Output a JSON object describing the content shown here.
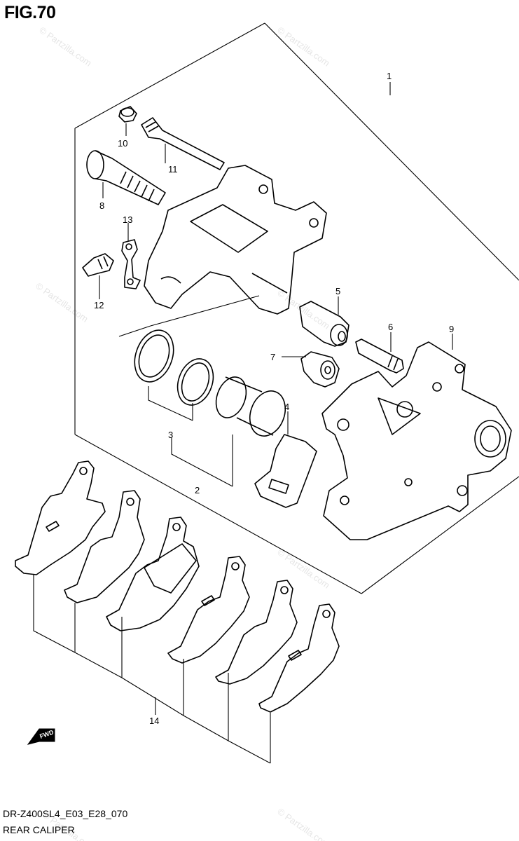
{
  "figure": {
    "title": "FIG.70"
  },
  "footer": {
    "code": "DR-Z400SL4_E03_E28_070",
    "name": "REAR CALIPER"
  },
  "watermark": {
    "text": "© Partzilla.com"
  },
  "fwd_arrow": {
    "label": "FWD"
  },
  "callouts": {
    "c1": "1",
    "c2": "2",
    "c3": "3",
    "c4": "4",
    "c5": "5",
    "c6": "6",
    "c7": "7",
    "c8": "8",
    "c9": "9",
    "c10": "10",
    "c11": "11",
    "c12": "12",
    "c13": "13",
    "c14": "14"
  }
}
